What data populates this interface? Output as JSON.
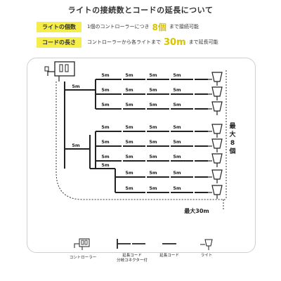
{
  "title": "ライトの接続数とコードの延長について",
  "lights_row": {
    "badge": "ライトの個数",
    "text_before": "1個のコントローラーにつき",
    "highlight": "8個",
    "text_after": "まで接続可能"
  },
  "cord_row": {
    "badge": "コードの長さ",
    "text_before": "コントローラーから各ライトまで",
    "highlight": "30m",
    "text_after": "まで延長可能"
  },
  "segment_label": "5m",
  "max_lights_label": "最大8個",
  "max_length_label": "最大30m",
  "legend": {
    "controller": "コントローラー",
    "extension_with_splitter_line1": "延長コード",
    "extension_with_splitter_line2": "分岐コネクター付",
    "extension": "延長コード",
    "light": "ライト"
  },
  "colors": {
    "badge_yellow": "#f5ee4a",
    "highlight_yellow": "#d8c400",
    "line": "#222222"
  }
}
